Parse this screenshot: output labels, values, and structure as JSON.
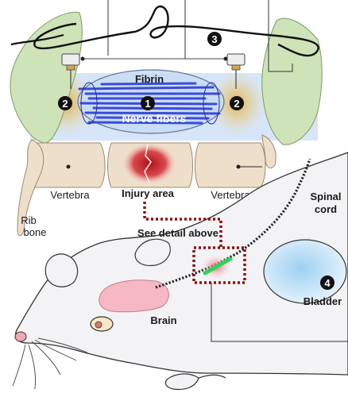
{
  "labels": {
    "fibrin": "Fibrin",
    "nerve_fibers": "Nerve fibers",
    "vertebra_left": "Vertebra",
    "vertebra_right": "Vertebra",
    "injury_area": "Injury area",
    "rib_bone_line1": "Rib",
    "rib_bone_line2": "bone",
    "see_detail": "See detail above",
    "spinal_cord_line1": "Spinal",
    "spinal_cord_line2": "cord",
    "brain": "Brain",
    "bladder": "Bladder"
  },
  "markers": {
    "m1": "1",
    "m2_left": "2",
    "m2_right": "2",
    "m3": "3",
    "m4": "4"
  },
  "colors": {
    "rib_green": "#cfe3b8",
    "vertebra_tan": "#eedfca",
    "nerve_blue": "#3a4bd8",
    "channel_blue": "#cfe0f6",
    "injury_red": "#c0141b",
    "detail_box": "#8b1010",
    "brain_pink": "#f5b8c4",
    "bladder_blue": "#b5daf5",
    "implant_green": "#2fd35a"
  }
}
